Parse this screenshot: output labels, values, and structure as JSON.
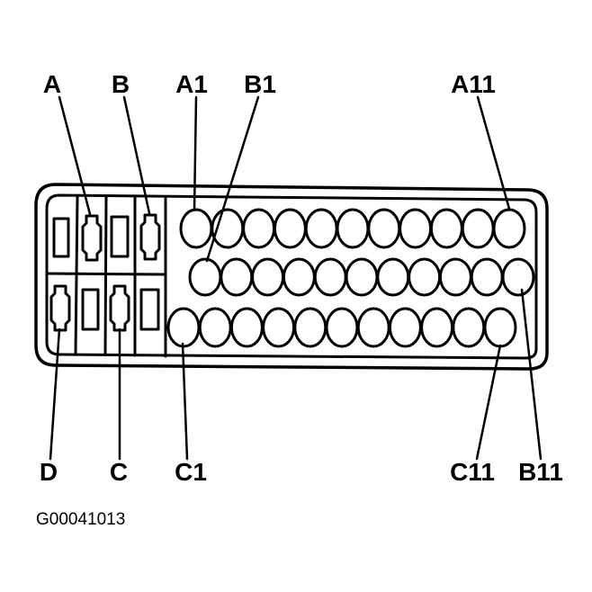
{
  "labels": {
    "A": "A",
    "B": "B",
    "A1": "A1",
    "B1": "B1",
    "A11": "A11",
    "D": "D",
    "C": "C",
    "C1": "C1",
    "C11": "C11",
    "B11": "B11"
  },
  "figure_code": "G00041013",
  "pin_rows": {
    "row_a_count": 11,
    "row_b_count": 11,
    "row_c_count": 11
  }
}
